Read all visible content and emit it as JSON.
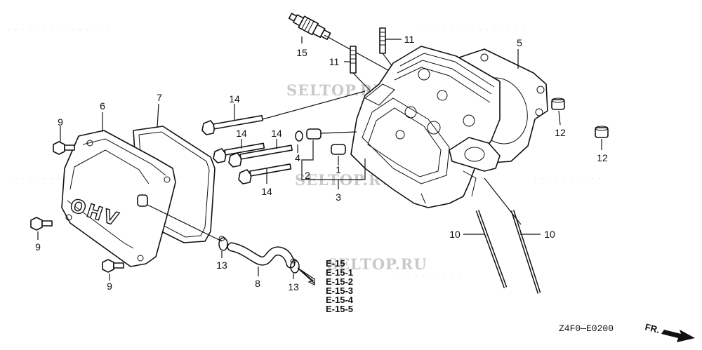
{
  "diagram": {
    "callouts": [
      {
        "id": "c1",
        "text": "1"
      },
      {
        "id": "c2",
        "text": "2"
      },
      {
        "id": "c3",
        "text": "3"
      },
      {
        "id": "c4",
        "text": "4"
      },
      {
        "id": "c5",
        "text": "5"
      },
      {
        "id": "c6",
        "text": "6"
      },
      {
        "id": "c7",
        "text": "7"
      },
      {
        "id": "c8",
        "text": "8"
      },
      {
        "id": "c9a",
        "text": "9"
      },
      {
        "id": "c9b",
        "text": "9"
      },
      {
        "id": "c9c",
        "text": "9"
      },
      {
        "id": "c10a",
        "text": "10"
      },
      {
        "id": "c10b",
        "text": "10"
      },
      {
        "id": "c11a",
        "text": "11"
      },
      {
        "id": "c11b",
        "text": "11"
      },
      {
        "id": "c12a",
        "text": "12"
      },
      {
        "id": "c12b",
        "text": "12"
      },
      {
        "id": "c13a",
        "text": "13"
      },
      {
        "id": "c13b",
        "text": "13"
      },
      {
        "id": "c14a",
        "text": "14"
      },
      {
        "id": "c14b",
        "text": "14"
      },
      {
        "id": "c14c",
        "text": "14"
      },
      {
        "id": "c14d",
        "text": "14"
      },
      {
        "id": "c15",
        "text": "15"
      }
    ],
    "references": [
      "E-15",
      "E-15-1",
      "E-15-2",
      "E-15-3",
      "E-15-4",
      "E-15-5"
    ],
    "diagram_code": "Z4F0—E0200",
    "direction_label": "FR.",
    "cover_text": "OHV",
    "watermarks": [
      "SELTOP.RU",
      "SELTOP.RU",
      "SELTOP.RU"
    ]
  }
}
